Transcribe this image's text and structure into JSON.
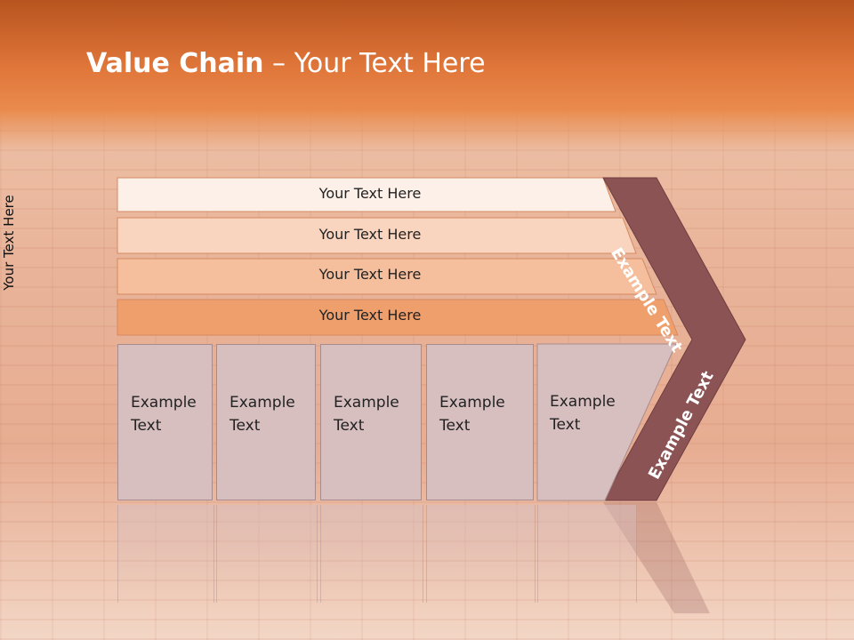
{
  "title": {
    "bold": "Value Chain",
    "rest": " – Your Text Here"
  },
  "side_label": "Your Text Here",
  "bars": [
    {
      "label": "Your Text Here"
    },
    {
      "label": "Your Text Here"
    },
    {
      "label": "Your Text Here"
    },
    {
      "label": "Your Text Here"
    }
  ],
  "columns": [
    {
      "line1": "Example",
      "line2": "Text"
    },
    {
      "line1": "Example",
      "line2": "Text"
    },
    {
      "line1": "Example",
      "line2": "Text"
    },
    {
      "line1": "Example",
      "line2": "Text"
    },
    {
      "line1": "Example",
      "line2": "Text"
    }
  ],
  "arrow": {
    "upper": "Example Text",
    "lower": "Example Text"
  },
  "colors": {
    "header": "#e0763a",
    "bar1": "#fdf0e8",
    "bar2": "#f9d5bf",
    "bar3": "#f5bf9d",
    "bar4": "#ef9f6c",
    "column": "#d7bfc0",
    "arrow": "#8c5355"
  }
}
